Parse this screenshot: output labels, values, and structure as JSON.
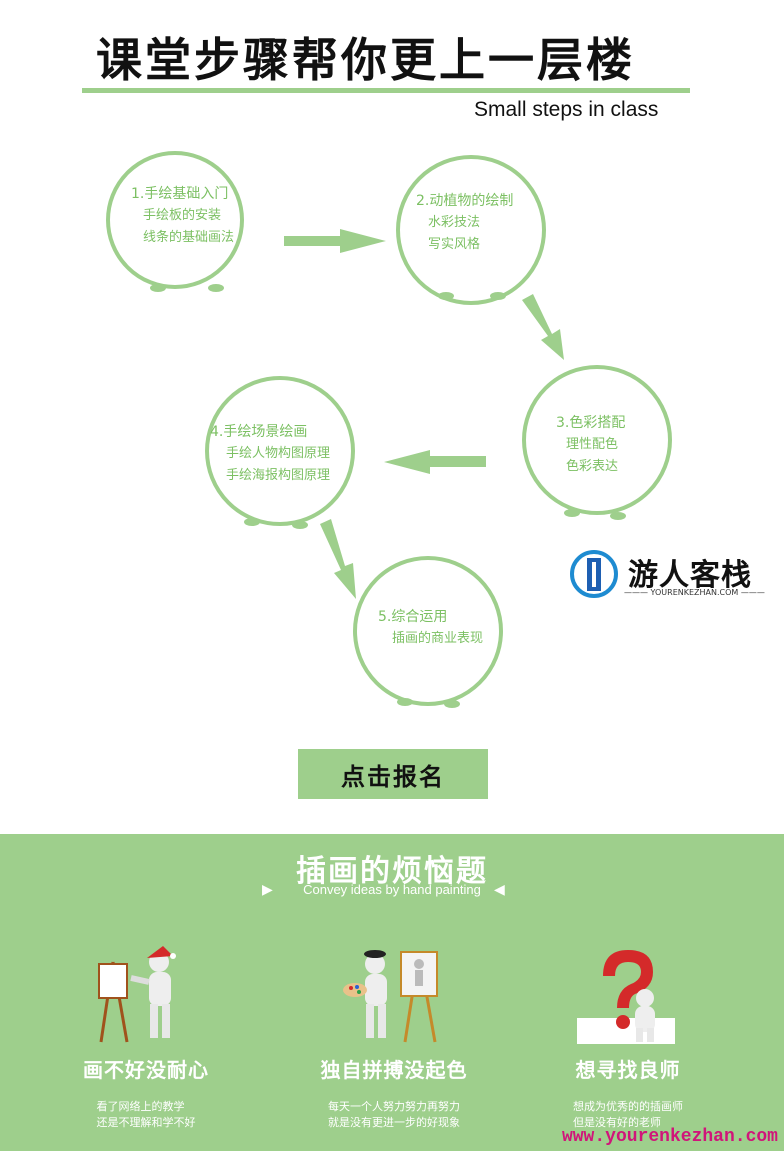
{
  "header": {
    "title": "课堂步骤帮你更上一层楼",
    "subtitle": "Small steps in class"
  },
  "steps": [
    {
      "title": "1.手绘基础入门",
      "lines": [
        "手绘板的安装",
        "线条的基础画法"
      ]
    },
    {
      "title": "2.动植物的绘制",
      "lines": [
        "水彩技法",
        "写实风格"
      ]
    },
    {
      "title": "3.色彩搭配",
      "lines": [
        "理性配色",
        "色彩表达"
      ]
    },
    {
      "title": "4.手绘场景绘画",
      "lines": [
        "手绘人物构图原理",
        "手绘海报构图原理"
      ]
    },
    {
      "title": "5.综合运用",
      "lines": [
        "插画的商业表现"
      ]
    }
  ],
  "watermark_logo": {
    "name": "游人客栈",
    "url": "YOURENKEZHAN.COM"
  },
  "cta": {
    "label": "点击报名"
  },
  "section": {
    "title": "插画的烦恼题",
    "subtitle": "Convey ideas by hand painting",
    "items": [
      {
        "title": "画不好没耐心",
        "lines": [
          "看了网络上的教学",
          "还是不理解和学不好"
        ],
        "icon": "painter-figure-icon"
      },
      {
        "title": "独自拼搏没起色",
        "lines": [
          "每天一个人努力努力再努力",
          "就是没有更进一步的好现象"
        ],
        "icon": "artist-easel-icon"
      },
      {
        "title": "想寻找良师",
        "lines": [
          "想成为优秀的的插画师",
          "但是没有好的老师"
        ],
        "icon": "question-mark-icon"
      }
    ]
  },
  "footer": {
    "url": "www.yourenkezhan.com"
  },
  "colors": {
    "accent": "#9ecf8c",
    "step_text": "#7cc063",
    "watermark": "#d0157a",
    "question": "#d42a2a"
  }
}
